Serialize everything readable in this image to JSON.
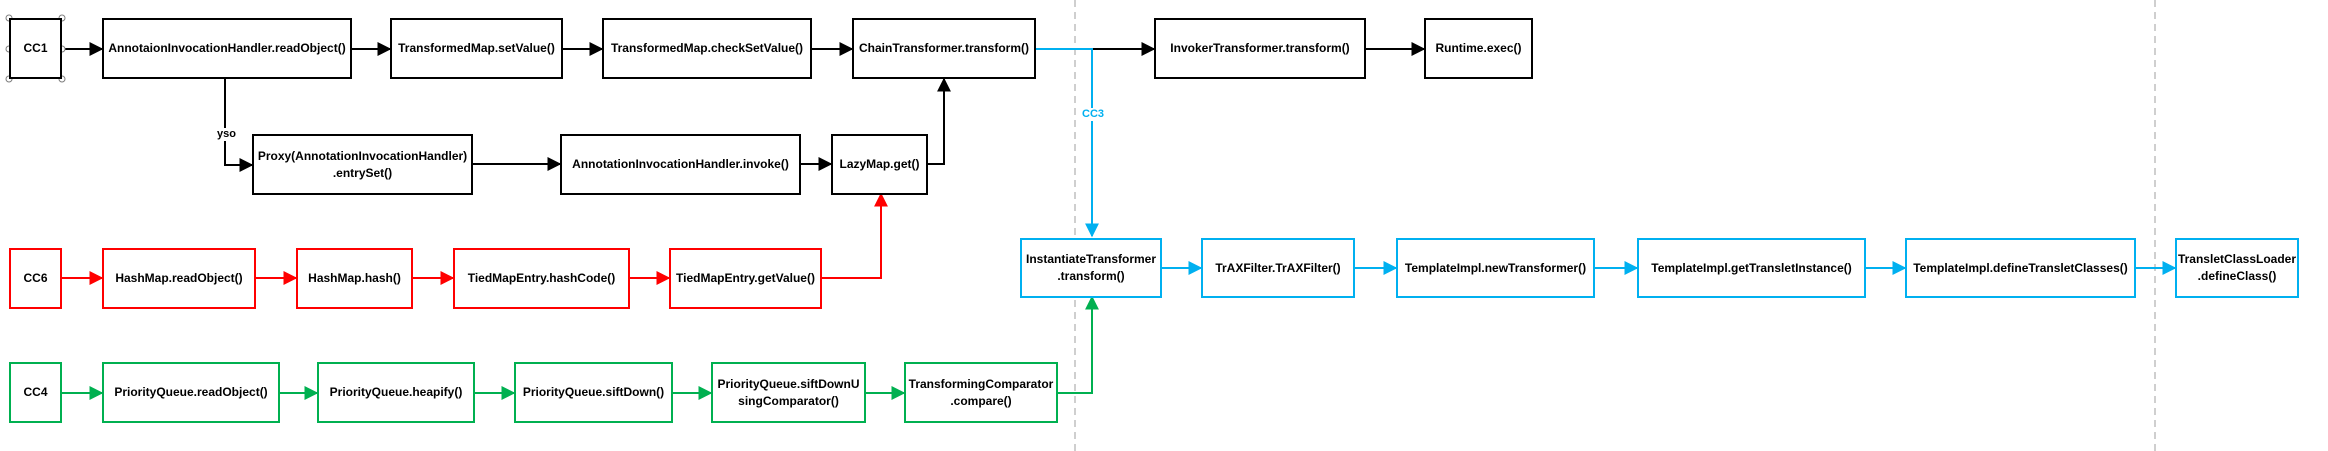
{
  "colors": {
    "black": "#000000",
    "red": "#ff0000",
    "green": "#00b050",
    "blue": "#00b0f0",
    "divider": "#bfbfbf"
  },
  "nodes": {
    "cc1": "CC1",
    "annotation_readobject": "AnnotaionInvocationHandler.readObject()",
    "transformedmap_setvalue": "TransformedMap.setValue()",
    "transformedmap_checksetvalue": "TransformedMap.checkSetValue()",
    "chaintransformer_transform": "ChainTransformer.transform()",
    "invokertransformer_transform": "InvokerTransformer.transform()",
    "runtime_exec": "Runtime.exec()",
    "proxy_entryset": "Proxy(AnnotationInvocationHandler)\n.entrySet()",
    "annotation_invoke": "AnnotationInvocationHandler.invoke()",
    "lazymap_get": "LazyMap.get()",
    "cc6": "CC6",
    "hashmap_readobject": "HashMap.readObject()",
    "hashmap_hash": "HashMap.hash()",
    "tiedmapentry_hashcode": "TiedMapEntry.hashCode()",
    "tiedmapentry_getvalue": "TiedMapEntry.getValue()",
    "instantiatetransformer_transform": "InstantiateTransformer\n.transform()",
    "traxfilter": "TrAXFilter.TrAXFilter()",
    "templateimpl_newtransformer": "TemplateImpl.newTransformer()",
    "templateimpl_gettransletinstance": "TemplateImpl.getTransletInstance()",
    "templateimpl_definetransletclasses": "TemplateImpl.defineTransletClasses()",
    "transletclassloader_defineclass": "TransletClassLoader\n.defineClass()",
    "cc4": "CC4",
    "priorityqueue_readobject": "PriorityQueue.readObject()",
    "priorityqueue_heapify": "PriorityQueue.heapify()",
    "priorityqueue_siftdown": "PriorityQueue.siftDown()",
    "priorityqueue_siftdownusingcomparator": "PriorityQueue.siftDownU\nsingComparator()",
    "transformingcomparator_compare": "TransformingComparator\n.compare()"
  },
  "edge_labels": {
    "yso": "yso",
    "cc3": "CC3"
  }
}
